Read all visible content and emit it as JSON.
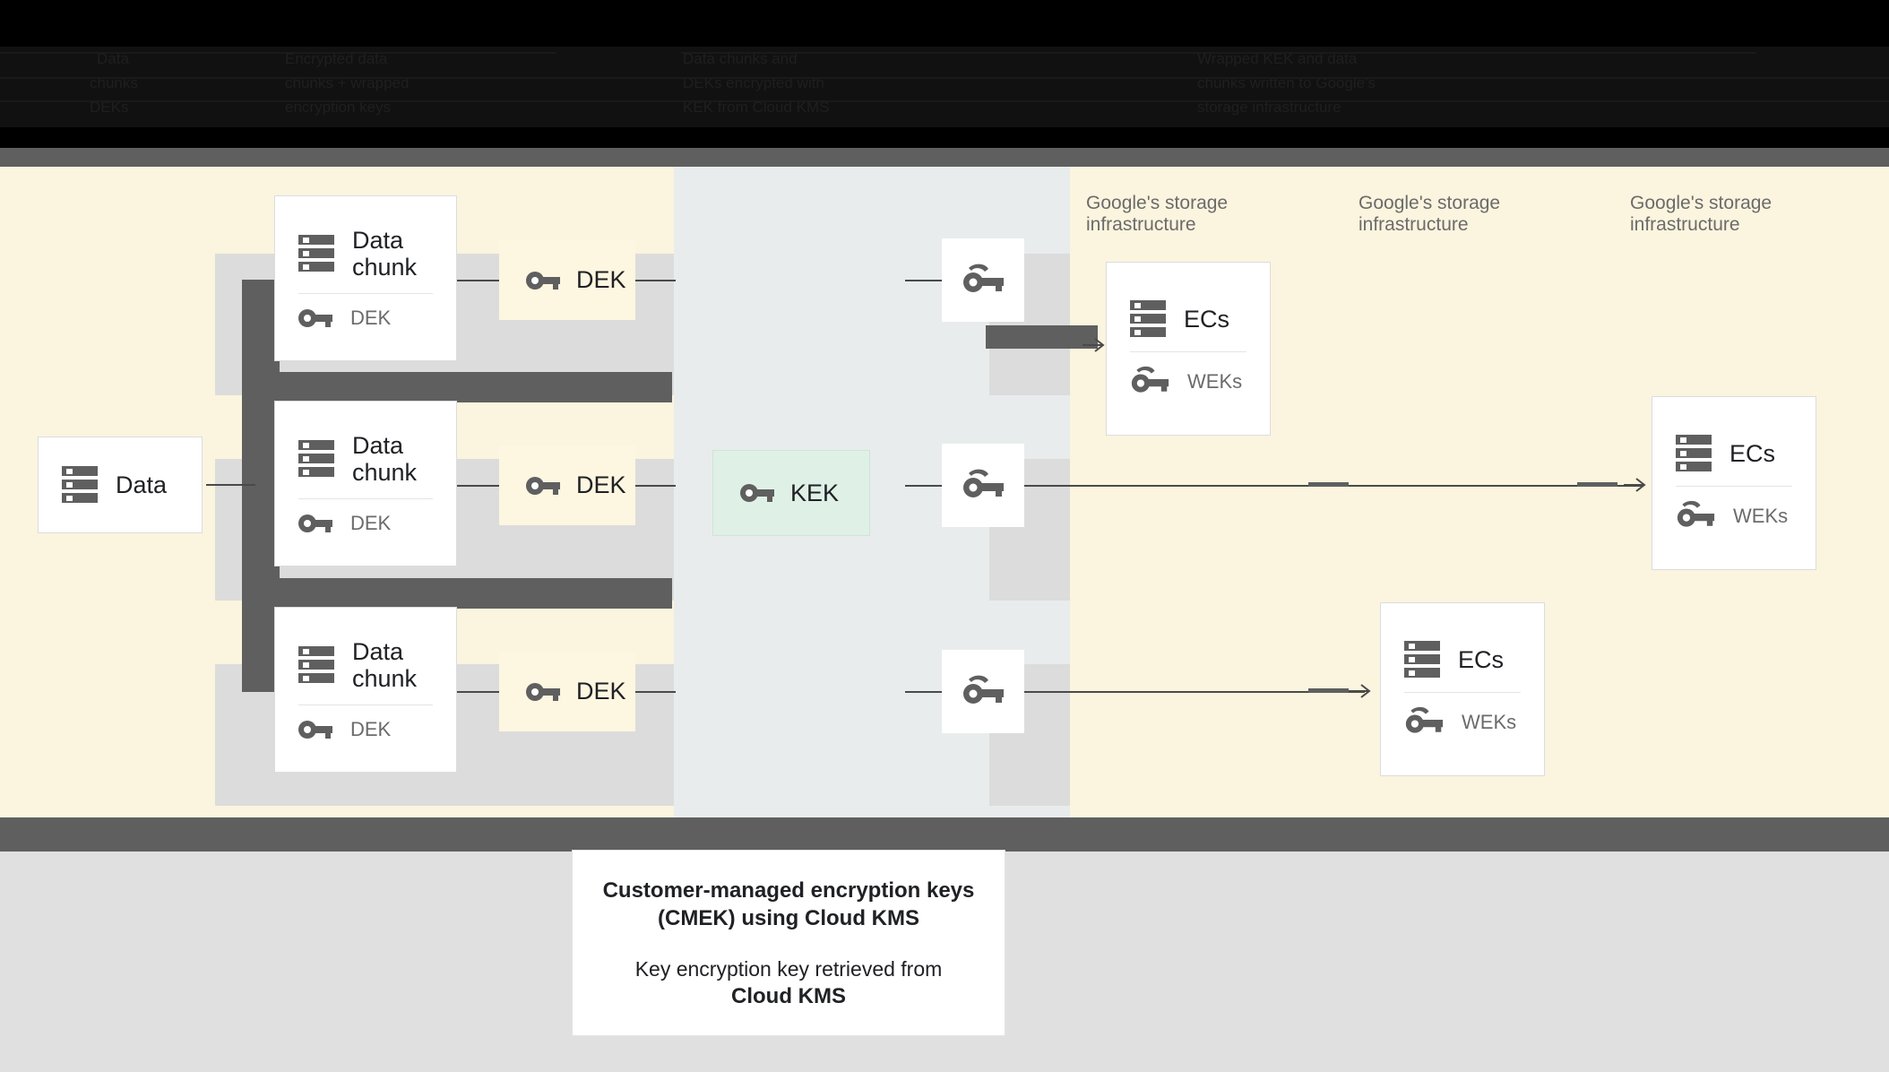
{
  "banner": {
    "lines": [
      "Data",
      "chunks",
      "DEKs",
      "Encrypted data",
      "chunks + wrapped",
      "encryption keys",
      "Data chunks and",
      "DEKs encrypted with",
      "KEK from Cloud KMS",
      "Wrapped KEK and data",
      "chunks written to Google's",
      "storage infrastructure"
    ],
    "note": "obscured-header-text"
  },
  "diagram": {
    "source": {
      "label": "Data",
      "icon": "server-icon"
    },
    "chunks": [
      {
        "title": "Data\nchunk",
        "key_label": "DEK",
        "icon": "server-icon",
        "key_icon": "key-icon"
      },
      {
        "title": "Data\nchunk",
        "key_label": "DEK",
        "icon": "server-icon",
        "key_icon": "key-icon"
      },
      {
        "title": "Data\nchunk",
        "key_label": "DEK",
        "icon": "server-icon",
        "key_icon": "key-icon"
      }
    ],
    "deks": [
      {
        "label": "DEK",
        "icon": "key-icon"
      },
      {
        "label": "DEK",
        "icon": "key-icon"
      },
      {
        "label": "DEK",
        "icon": "key-icon"
      }
    ],
    "kek": {
      "label": "KEK",
      "icon": "key-icon"
    },
    "wrapped_keys": [
      {
        "icon": "double-key-icon"
      },
      {
        "icon": "double-key-icon"
      },
      {
        "icon": "double-key-icon"
      }
    ],
    "infra_labels": [
      "Google's storage\ninfrastructure",
      "Google's storage\ninfrastructure",
      "Google's storage\ninfrastructure"
    ],
    "ecs_cards": [
      {
        "title": "ECs",
        "key_label": "WEKs",
        "icon": "server-icon",
        "key_icon": "double-key-icon"
      },
      {
        "title": "ECs",
        "key_label": "WEKs",
        "icon": "server-icon",
        "key_icon": "double-key-icon"
      },
      {
        "title": "ECs",
        "key_label": "WEKs",
        "icon": "server-icon",
        "key_icon": "double-key-icon"
      }
    ]
  },
  "caption": {
    "title_line1": "Customer-managed encryption keys",
    "title_line2": "(CMEK) using Cloud KMS",
    "body_line1": "Key encryption key retrieved from",
    "body_line2": "Cloud KMS"
  },
  "colors": {
    "cream": "#fbf4de",
    "bluegray": "#e8ecec",
    "lane_gray": "#dcdcdc",
    "dark_gray": "#5f5f5f",
    "kek_green": "#dff0e7",
    "dek_cream": "#fdf6e0",
    "footer_gray": "#e0e0e0",
    "icon_gray": "#5f5f5f",
    "text_dark": "#202124",
    "text_muted": "#6b6b6b"
  }
}
